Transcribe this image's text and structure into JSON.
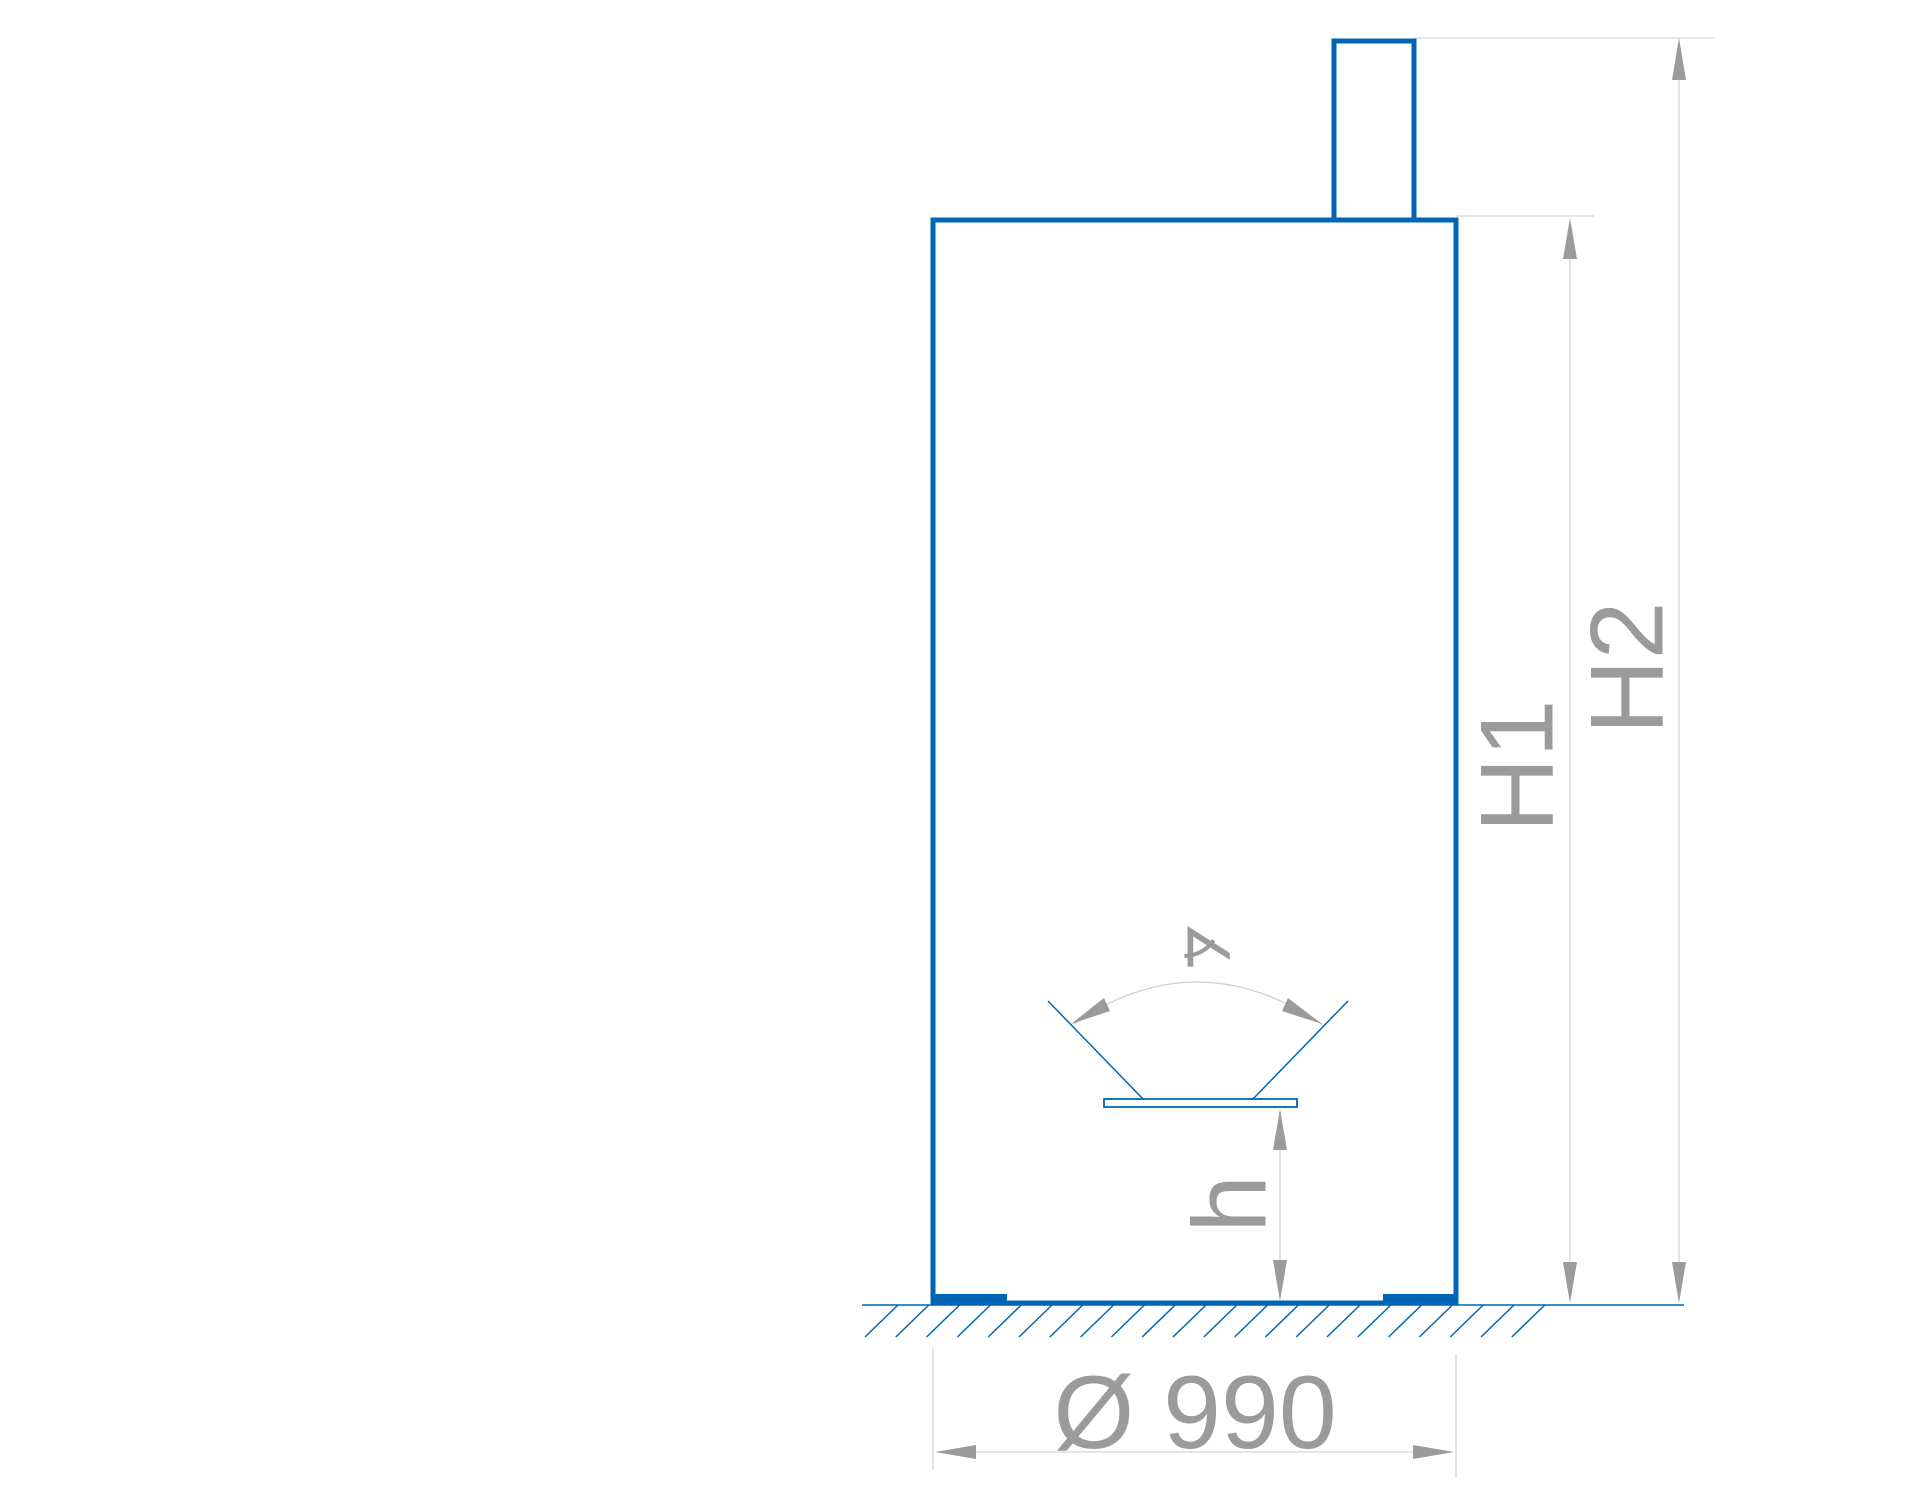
{
  "labels": {
    "h2": "H2",
    "h1": "H1",
    "h": "h",
    "angle_symbol": "∡",
    "diameter": "Ø 990"
  },
  "colors": {
    "outline_blue": "#0066B3",
    "dimension_gray": "#9B9B9B",
    "extension_line_gray": "#D6D6D6",
    "background": "#FFFFFF"
  }
}
